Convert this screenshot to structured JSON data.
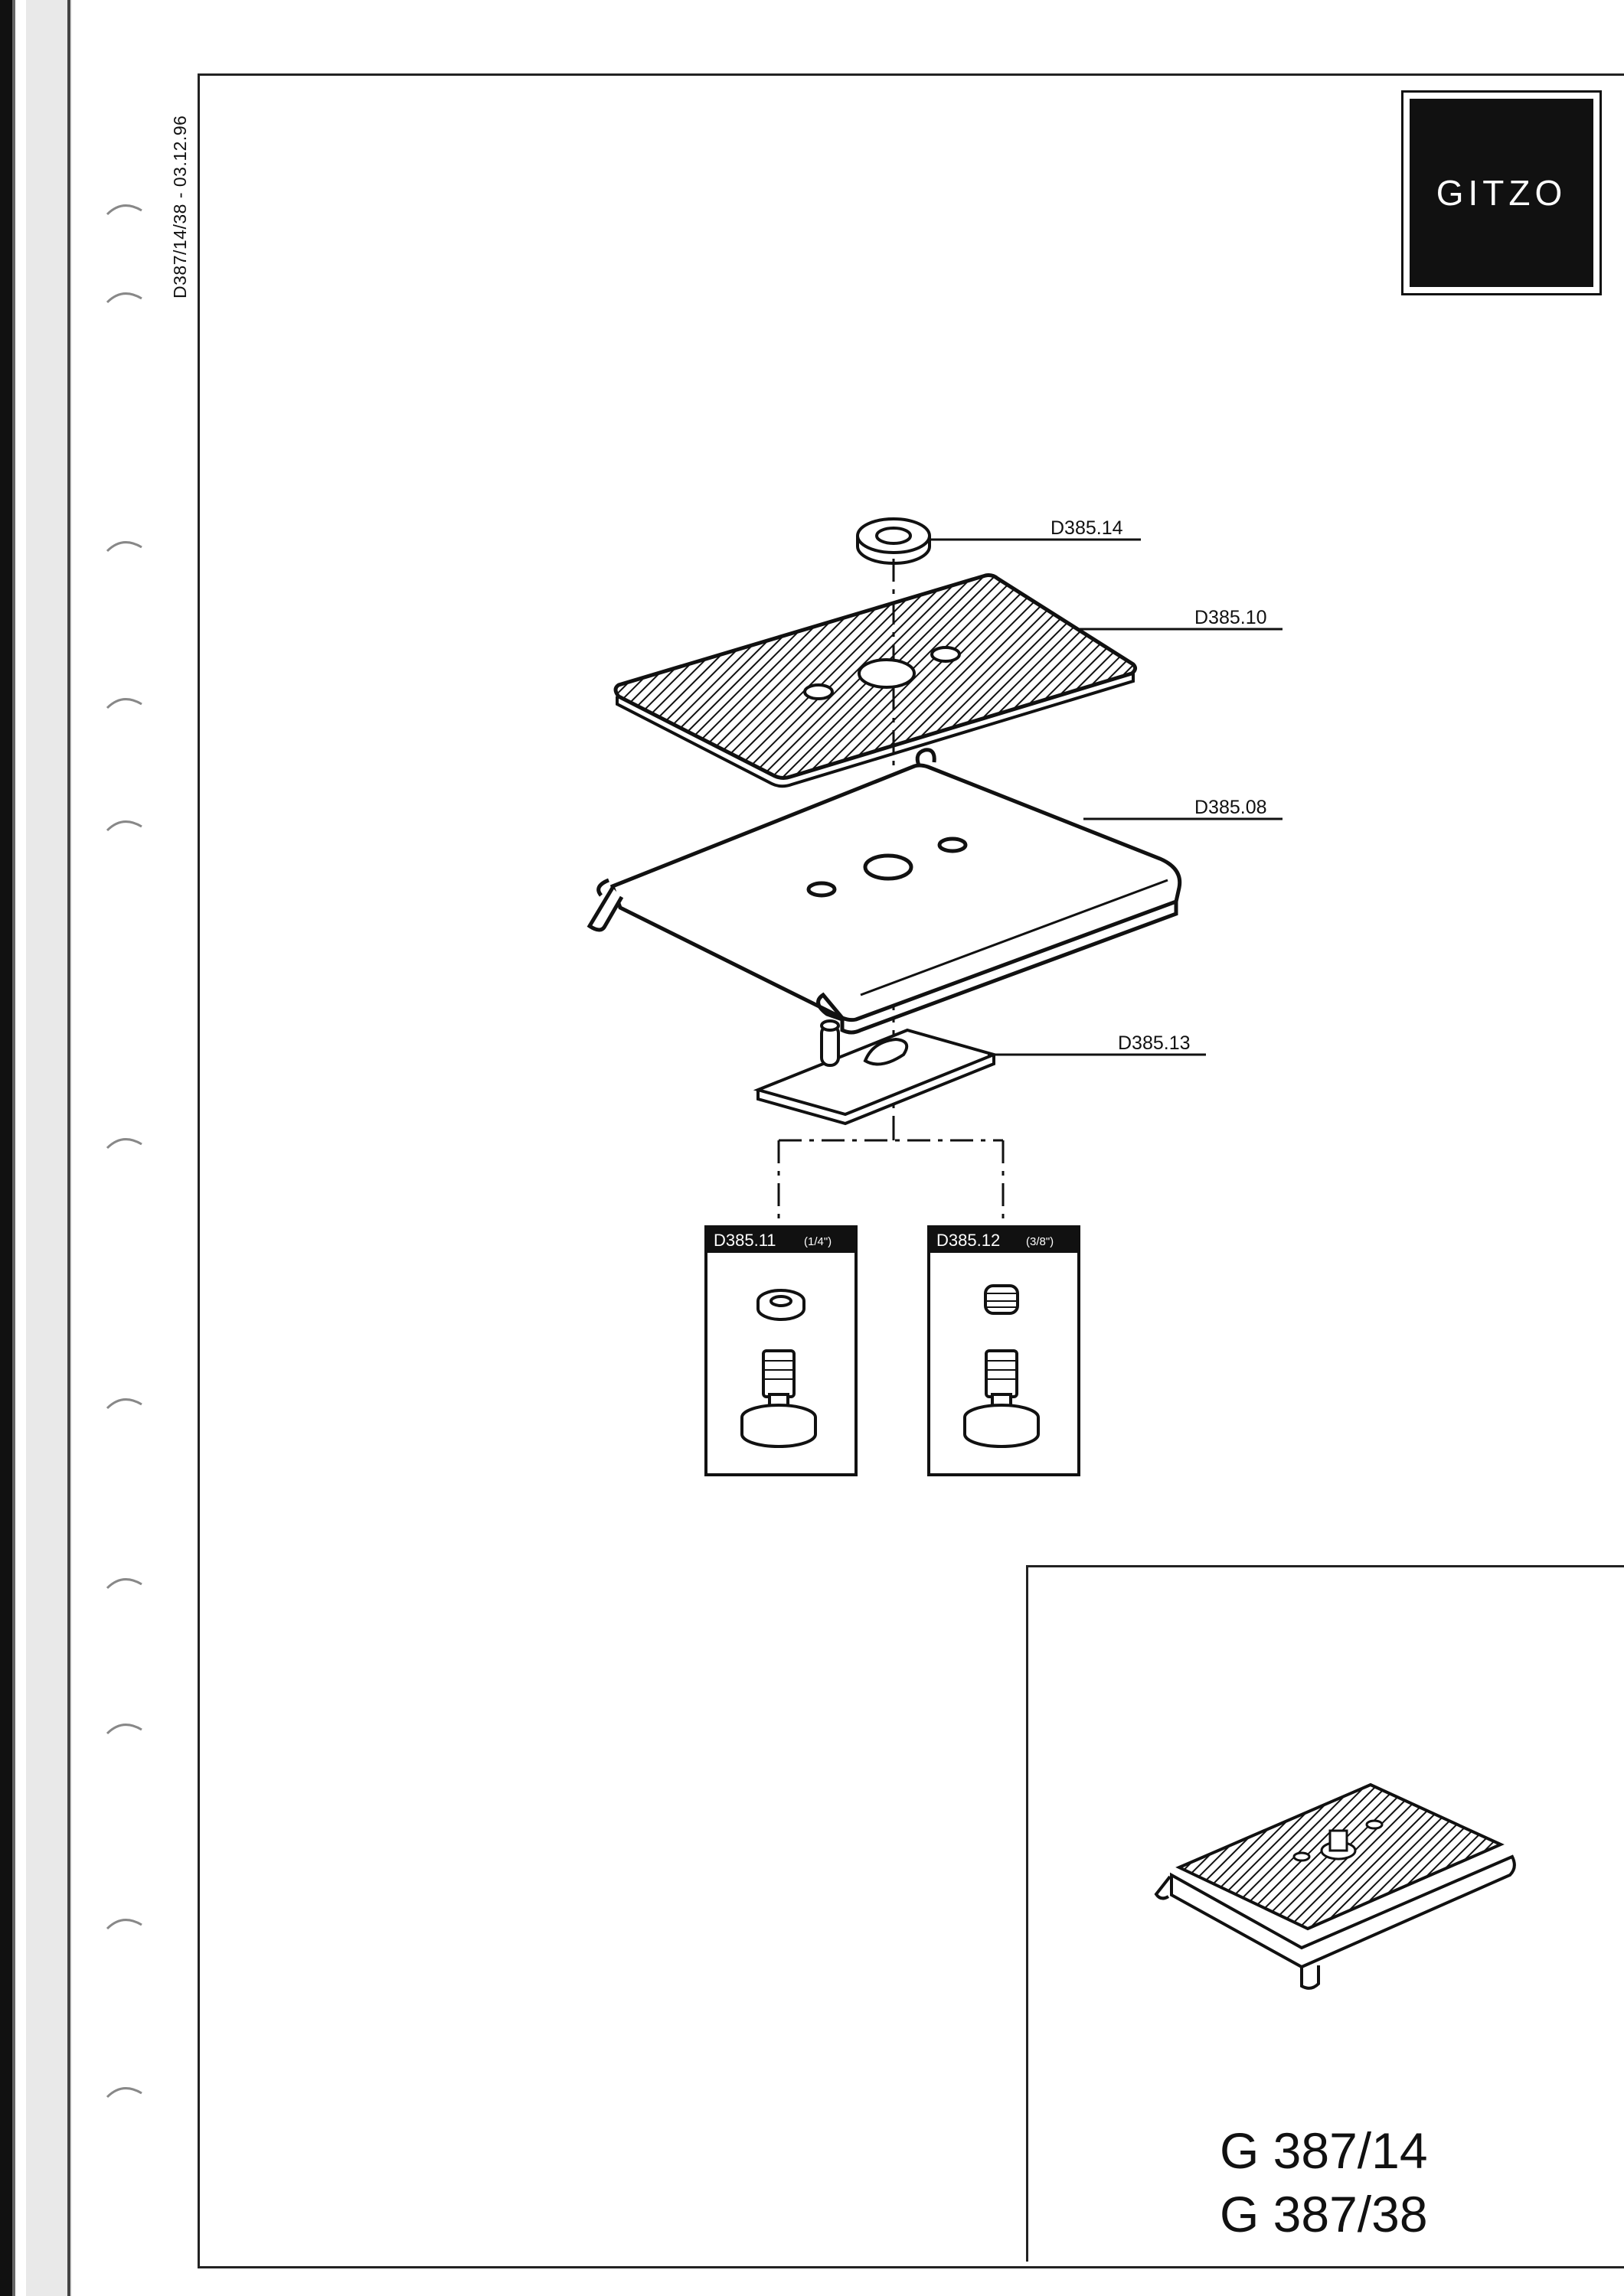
{
  "document": {
    "code": "D387/14/38 - 03.12.96",
    "brand": "GITZO"
  },
  "parts": [
    {
      "id": "washer",
      "label": "D385.14"
    },
    {
      "id": "top-plate",
      "label": "D385.10"
    },
    {
      "id": "base-plate",
      "label": "D385.08"
    },
    {
      "id": "slide-plate",
      "label": "D385.13"
    }
  ],
  "kits": [
    {
      "id": "quarter-inch",
      "code": "D385.11",
      "thread": "(1/4\")"
    },
    {
      "id": "three-eighth-inch",
      "code": "D385.12",
      "thread": "(3/8\")"
    }
  ],
  "models": [
    "G 387/14",
    "G 387/38"
  ]
}
